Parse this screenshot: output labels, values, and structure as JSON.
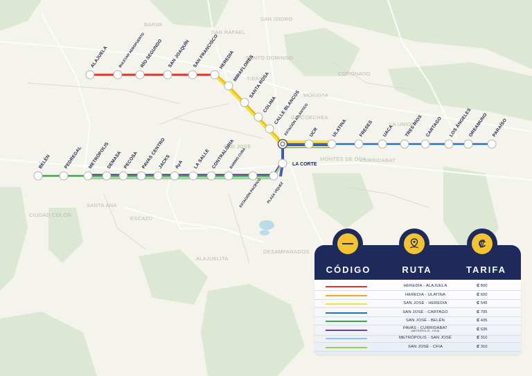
{
  "districts": [
    {
      "name": "BARVA"
    },
    {
      "name": "SAN RAFAEL"
    },
    {
      "name": "SAN ISIDRO"
    },
    {
      "name": "SANTO DOMINGO"
    },
    {
      "name": "CORONADO"
    },
    {
      "name": "MORAVIA"
    },
    {
      "name": "GOICOECHEA"
    },
    {
      "name": "LA UNIÓN"
    },
    {
      "name": "SAN JOSÉ"
    },
    {
      "name": "MONTES DE OCA"
    },
    {
      "name": "CURRIDABAT"
    },
    {
      "name": "SANTA ANA"
    },
    {
      "name": "CIUDAD COLÓN"
    },
    {
      "name": "ESCAZÚ"
    },
    {
      "name": "ALAJUELITA"
    },
    {
      "name": "DESAMPARADOS"
    },
    {
      "name": "TIBÁS"
    }
  ],
  "stations": {
    "alajuela": "ALAJUELA",
    "bulevar_aeropuerto": "BULEVAR AEROPUERTO",
    "rio_segundo": "RÍO SEGUNDO",
    "san_joaquin": "SAN JOAQUÍN",
    "san_francisco": "SAN FRANCISCO",
    "heredia": "HEREDIA",
    "miraflores": "MIRAFLORES",
    "santa_rosa": "SANTA ROSA",
    "colima": "COLIMA",
    "calle_blancos": "CALLE BLANCOS",
    "estacion_atlantico": "ESTACIÓN ATLÁNTICO",
    "ucr": "UCR",
    "ulatina": "ULATINA",
    "freses": "FRESES",
    "uaca": "UACA",
    "tres_rios": "TRES RÍOS",
    "cartago": "CARTAGO",
    "los_angeles": "LOS ÁNGELES",
    "oreamuno": "OREAMUNO",
    "paraiso": "PARAÍSO",
    "belen": "BELÉN",
    "pedregal": "PEDREGAL",
    "metropolis": "METRÓPOLIS",
    "demasa": "DEMASA",
    "pecosa": "PECOSA",
    "pavas_centro": "PAVAS CENTRO",
    "jacks": "JACKS",
    "aya": "AyA",
    "la_salle": "LA SALLE",
    "contraloria": "CONTRALORÍA",
    "barrio_cuba": "BARRIO CUBA",
    "estacion_pacifico": "ESTACIÓN PACÍFICO",
    "plaza_viquez": "PLAZA VÍQUEZ",
    "la_corte": "LA CORTE"
  },
  "legend": {
    "headers": {
      "code": "CÓDIGO",
      "route": "RUTA",
      "fare": "TARIFA"
    },
    "icons": {
      "code": "line-symbol-icon",
      "route": "route-pin-icon",
      "fare": "colon-currency-icon"
    },
    "currency_symbol": "₡",
    "routes": [
      {
        "name": "HEREDIA - ALAJUELA",
        "note": "",
        "fare": "₡ 800",
        "color": "#e4312b"
      },
      {
        "name": "HEREDIA - ULATINA",
        "note": "",
        "fare": "₡ 600",
        "color": "#f7a81b"
      },
      {
        "name": "SAN JOSÉ - HEREDIA",
        "note": "",
        "fare": "₡ 545",
        "color": "#f4e03a"
      },
      {
        "name": "SAN JOSÉ - CARTAGO",
        "note": "",
        "fare": "₡ 705",
        "color": "#1f75c4"
      },
      {
        "name": "SAN JOSÉ - BELÉN",
        "note": "",
        "fare": "₡ 435",
        "color": "#36a845"
      },
      {
        "name": "PAVAS - CURRIDABAT",
        "note": "(METRÓPOLIS - CFIA)",
        "fare": "₡ 635",
        "color": "#6a3d9a"
      },
      {
        "name": "METRÓPOLIS - SAN JOSÉ",
        "note": "",
        "fare": "₡ 310",
        "color": "#8ec5e8"
      },
      {
        "name": "SAN JOSÉ - CFIA",
        "note": "",
        "fare": "₡ 310",
        "color": "#9ccc4a"
      }
    ]
  }
}
